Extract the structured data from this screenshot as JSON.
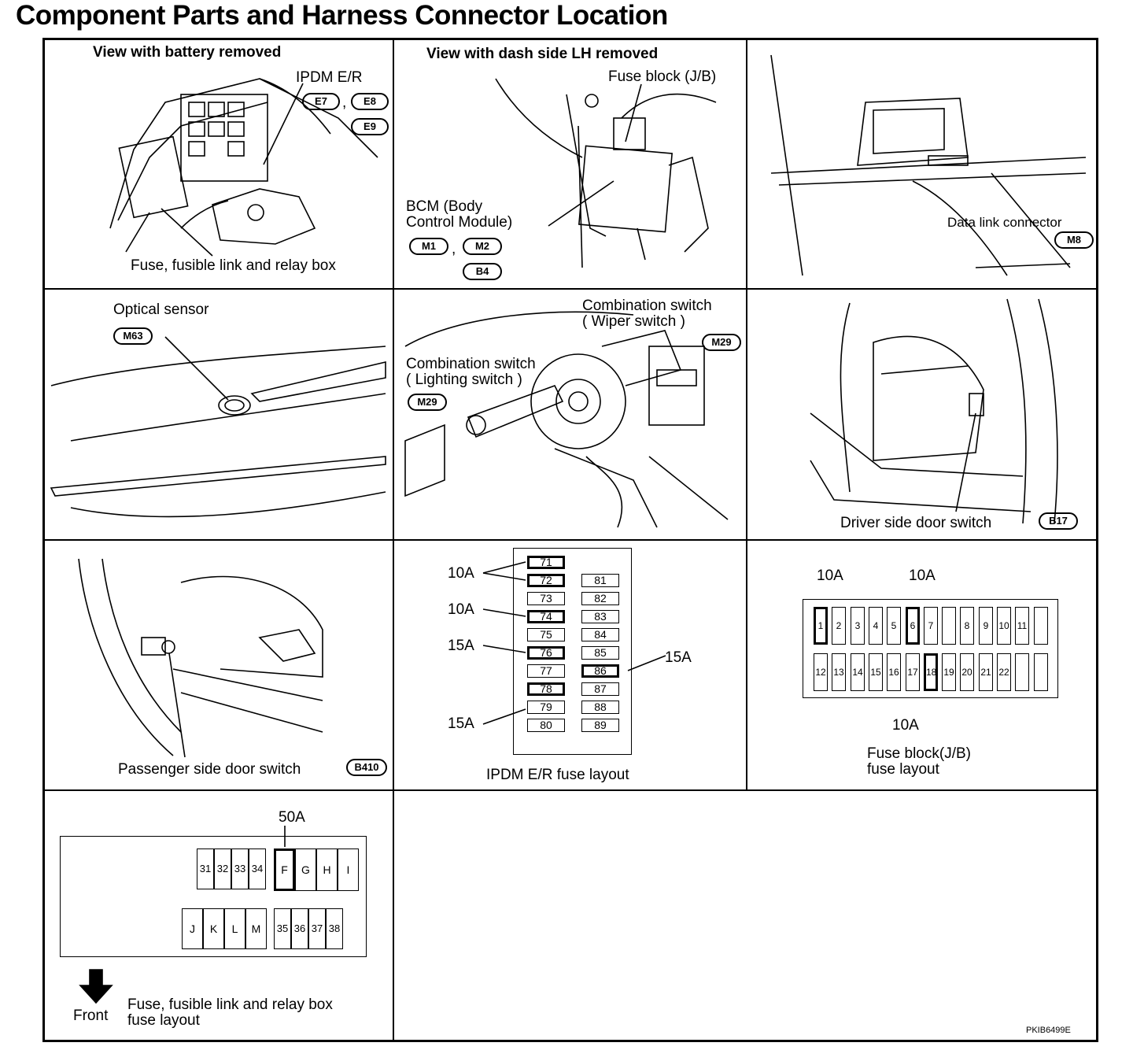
{
  "title": "Component Parts and Harness Connector Location",
  "panels": {
    "battery": {
      "heading": "View with battery removed",
      "ipdm": "IPDM E/R",
      "connectors": [
        "E7",
        "E8",
        "E9"
      ],
      "comma": ",",
      "fuse_box": "Fuse, fusible link and relay box"
    },
    "dash": {
      "heading": "View with dash side LH removed",
      "fuse_block": "Fuse block (J/B)",
      "bcm_line1": "BCM (Body",
      "bcm_line2": "Control Module)",
      "connectors": [
        "M1",
        "M2",
        "B4"
      ],
      "comma": ","
    },
    "dlc": {
      "label": "Data link connector",
      "connector": "M8"
    },
    "optical": {
      "label": "Optical sensor",
      "connector": "M63"
    },
    "combo": {
      "wiper_line1": "Combination switch",
      "wiper_line2": "( Wiper switch )",
      "wiper_connector": "M29",
      "light_line1": "Combination switch",
      "light_line2": "( Lighting switch )",
      "light_connector": "M29"
    },
    "driver": {
      "label": "Driver side door switch",
      "connector": "B17"
    },
    "passenger": {
      "label": "Passenger side door switch",
      "connector": "B410"
    },
    "ipdm_layout": {
      "caption": "IPDM E/R fuse layout",
      "left_column": [
        "71",
        "72",
        "73",
        "74",
        "75",
        "76",
        "77",
        "78",
        "79",
        "80"
      ],
      "right_column": [
        "81",
        "82",
        "83",
        "84",
        "85",
        "86",
        "87",
        "88",
        "89"
      ],
      "highlighted": [
        "71",
        "72",
        "74",
        "76",
        "78",
        "86"
      ],
      "ratings": {
        "r1": "10A",
        "r2": "10A",
        "r3": "15A",
        "r4": "15A",
        "r5": "15A"
      }
    },
    "jb_layout": {
      "caption_line1": "Fuse block(J/B)",
      "caption_line2": "fuse layout",
      "top_row": [
        "1",
        "2",
        "3",
        "4",
        "5",
        "6",
        "7",
        "",
        "8",
        "9",
        "10",
        "11",
        ""
      ],
      "bottom_row": [
        "12",
        "13",
        "14",
        "15",
        "16",
        "17",
        "18",
        "19",
        "20",
        "21",
        "22",
        "",
        ""
      ],
      "highlighted": [
        "1",
        "6",
        "18"
      ],
      "rating_1": "10A",
      "rating_6": "10A",
      "rating_18": "10A"
    },
    "relay_layout": {
      "rating": "50A",
      "top_group_a": [
        "31",
        "32",
        "33",
        "34"
      ],
      "top_group_b": [
        "F",
        "G",
        "H",
        "I"
      ],
      "bottom_group_a": [
        "J",
        "K",
        "L",
        "M"
      ],
      "bottom_group_b": [
        "35",
        "36",
        "37",
        "38"
      ],
      "highlighted": [
        "F"
      ],
      "front_label": "Front",
      "caption_line1": "Fuse, fusible link and relay box",
      "caption_line2": "fuse layout"
    }
  },
  "footer_code": "PKIB6499E"
}
